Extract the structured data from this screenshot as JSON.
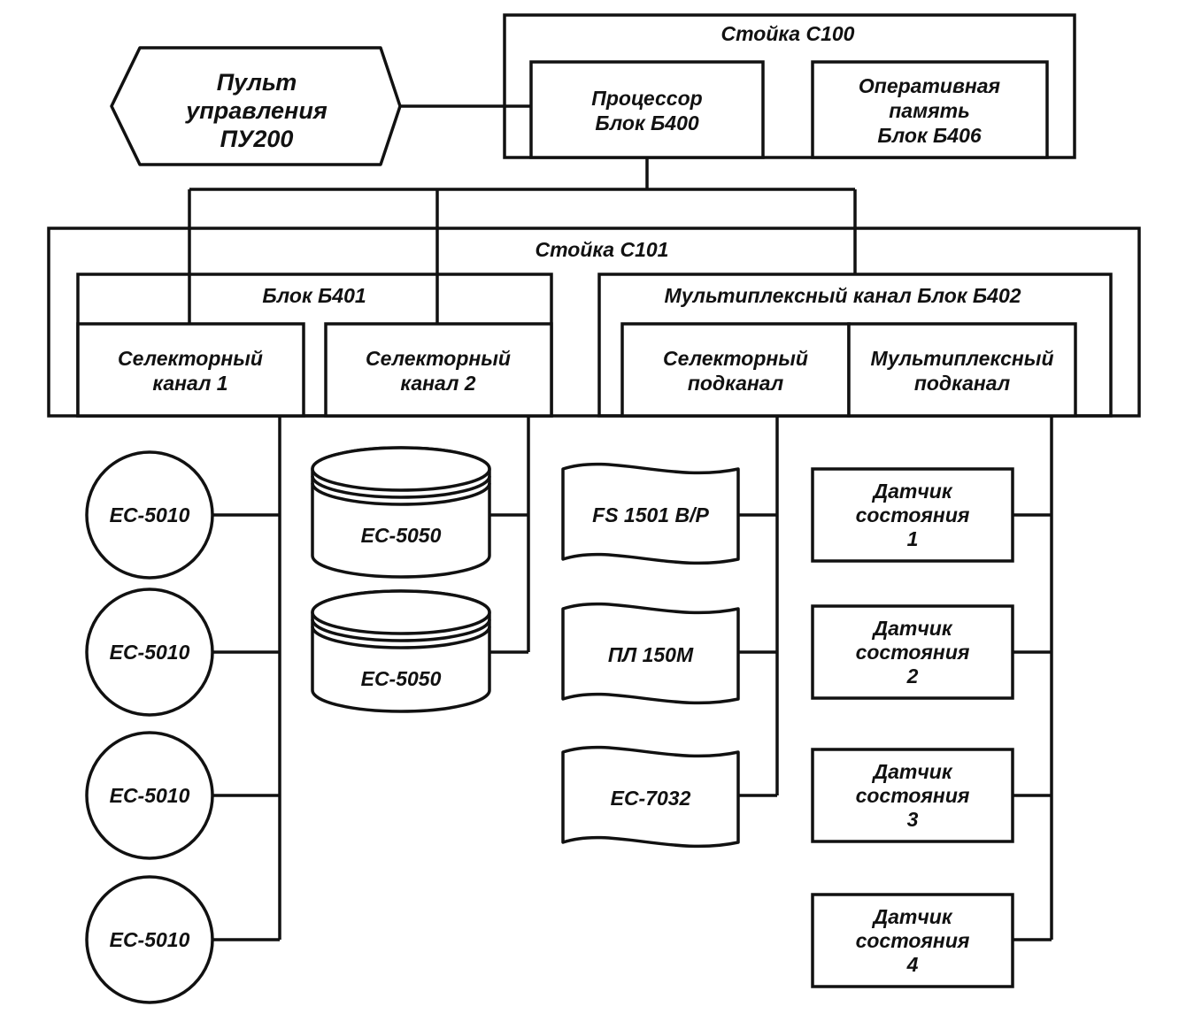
{
  "console": {
    "line1": "Пульт",
    "line2": "управления",
    "line3": "ПУ200"
  },
  "rack_c100": {
    "title": "Стойка С100",
    "processor": {
      "line1": "Процессор",
      "line2": "Блок Б400"
    },
    "memory": {
      "line1": "Оперативная",
      "line2": "память",
      "line3": "Блок Б406"
    }
  },
  "rack_c101": {
    "title": "Стойка С101",
    "block_b401": {
      "title": "Блок Б401",
      "channel1": {
        "line1": "Селекторный",
        "line2": "канал 1"
      },
      "channel2": {
        "line1": "Селекторный",
        "line2": "канал 2"
      }
    },
    "block_b402": {
      "title": "Мультиплексный канал Блок Б402",
      "selector_subchannel": {
        "line1": "Селекторный",
        "line2": "подканал"
      },
      "multiplex_subchannel": {
        "line1": "Мультиплексный",
        "line2": "подканал"
      }
    }
  },
  "tape_drives": [
    "ЕС-5010",
    "ЕС-5010",
    "ЕС-5010",
    "ЕС-5010"
  ],
  "disk_drives": [
    "ЕС-5050",
    "ЕС-5050"
  ],
  "printers": [
    "FS 1501 В/Р",
    "ПЛ 150М",
    "ЕС-7032"
  ],
  "sensors": [
    {
      "line1": "Датчик",
      "line2": "состояния",
      "line3": "1"
    },
    {
      "line1": "Датчик",
      "line2": "состояния",
      "line3": "2"
    },
    {
      "line1": "Датчик",
      "line2": "состояния",
      "line3": "3"
    },
    {
      "line1": "Датчик",
      "line2": "состояния",
      "line3": "4"
    }
  ]
}
